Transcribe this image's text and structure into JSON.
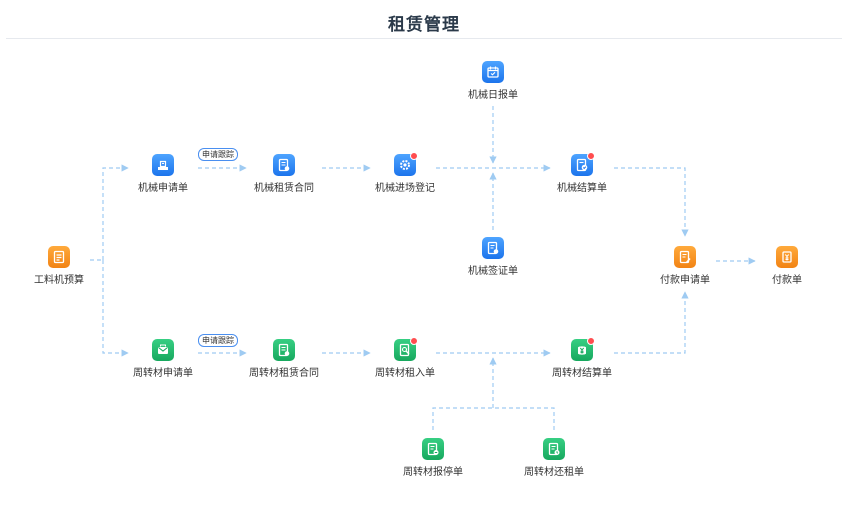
{
  "title": "租赁管理",
  "colors": {
    "blue": "#1c74ec",
    "green": "#17a85e",
    "orange": "#f28314",
    "line": "#9fcbf2",
    "badge": "#ff4d4f"
  },
  "nodes": {
    "budget": {
      "label": "工料机预算",
      "icon": "budget-icon"
    },
    "machine_apply": {
      "label": "机械申请单",
      "icon": "apply-icon"
    },
    "machine_contract": {
      "label": "机械租赁合同",
      "icon": "contract-icon"
    },
    "machine_entry": {
      "label": "机械进场登记",
      "icon": "gear-icon"
    },
    "machine_daily": {
      "label": "机械日报单",
      "icon": "calendar-icon"
    },
    "machine_visa": {
      "label": "机械签证单",
      "icon": "visa-icon"
    },
    "machine_settle": {
      "label": "机械结算单",
      "icon": "settle-icon"
    },
    "pay_apply": {
      "label": "付款申请单",
      "icon": "pay-apply-icon"
    },
    "pay": {
      "label": "付款单",
      "icon": "payment-icon"
    },
    "material_apply": {
      "label": "周转材申请单",
      "icon": "mail-icon"
    },
    "material_contract": {
      "label": "周转材租赁合同",
      "icon": "contract-icon"
    },
    "material_rent": {
      "label": "周转材租入单",
      "icon": "rent-in-icon"
    },
    "material_settle": {
      "label": "周转材结算单",
      "icon": "yen-icon"
    },
    "material_stop": {
      "label": "周转材报停单",
      "icon": "stop-report-icon"
    },
    "material_return": {
      "label": "周转材还租单",
      "icon": "return-icon"
    }
  },
  "tags": {
    "machine_track": "申请跟踪",
    "material_track": "申请跟踪"
  }
}
